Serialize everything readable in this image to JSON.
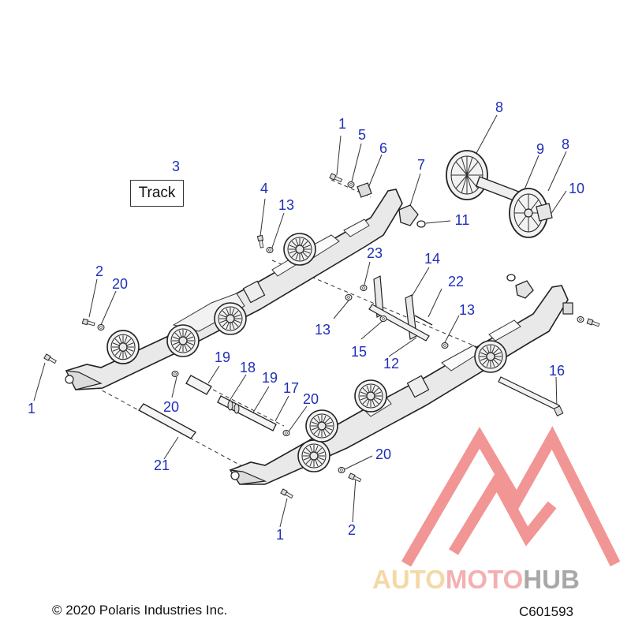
{
  "diagram": {
    "track_label": "Track",
    "copyright": "© 2020 Polaris Industries Inc.",
    "code": "C601593",
    "callouts": [
      {
        "id": "c1a",
        "text": "1"
      },
      {
        "id": "c5",
        "text": "5"
      },
      {
        "id": "c6",
        "text": "6"
      },
      {
        "id": "c7",
        "text": "7"
      },
      {
        "id": "c8a",
        "text": "8"
      },
      {
        "id": "c9",
        "text": "9"
      },
      {
        "id": "c8b",
        "text": "8"
      },
      {
        "id": "c10",
        "text": "10"
      },
      {
        "id": "c11",
        "text": "11"
      },
      {
        "id": "c3",
        "text": "3"
      },
      {
        "id": "c4",
        "text": "4"
      },
      {
        "id": "c13a",
        "text": "13"
      },
      {
        "id": "c23",
        "text": "23"
      },
      {
        "id": "c14",
        "text": "14"
      },
      {
        "id": "c22",
        "text": "22"
      },
      {
        "id": "c13b",
        "text": "13"
      },
      {
        "id": "c13c",
        "text": "13"
      },
      {
        "id": "c15",
        "text": "15"
      },
      {
        "id": "c12",
        "text": "12"
      },
      {
        "id": "c2a",
        "text": "2"
      },
      {
        "id": "c20a",
        "text": "20"
      },
      {
        "id": "c16",
        "text": "16"
      },
      {
        "id": "c19a",
        "text": "19"
      },
      {
        "id": "c18",
        "text": "18"
      },
      {
        "id": "c19b",
        "text": "19"
      },
      {
        "id": "c17",
        "text": "17"
      },
      {
        "id": "c20b",
        "text": "20"
      },
      {
        "id": "c20c",
        "text": "20"
      },
      {
        "id": "c1b",
        "text": "1"
      },
      {
        "id": "c20d",
        "text": "20"
      },
      {
        "id": "c21",
        "text": "21"
      },
      {
        "id": "c1c",
        "text": "1"
      },
      {
        "id": "c2b",
        "text": "2"
      }
    ]
  },
  "watermark": {
    "part1": "AUTO",
    "part2": "MOTO",
    "part3": "HUB",
    "colors": {
      "triangle": "#f08a8a",
      "auto": "#f4d9a6",
      "moto": "#f4b0b0",
      "hub": "#a8a8a8"
    }
  },
  "colors": {
    "callout": "#1f2fb8",
    "line": "#333333"
  }
}
